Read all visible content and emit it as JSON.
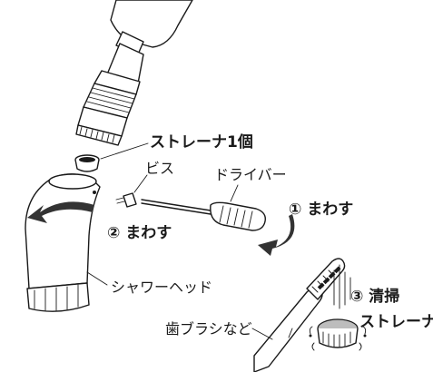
{
  "labels": {
    "strainer_one": "ストレーナ1個",
    "screw": "ビス",
    "screwdriver": "ドライバー",
    "step1": "① まわす",
    "step2": "② まわす",
    "shower_head": "シャワーヘッド",
    "step3_line1": "③ 清掃",
    "step3_line2": "ストレーナ",
    "toothbrush": "歯ブラシなど"
  },
  "colors": {
    "line": "#1a1a1a",
    "arrow": "#333333",
    "background": "#ffffff"
  },
  "icons": [
    "hose-illustration",
    "connector-illustration",
    "strainer-illustration",
    "screw-illustration",
    "screwdriver-illustration",
    "shower-head-illustration",
    "toothbrush-illustration",
    "rotate-arrow-icon"
  ]
}
